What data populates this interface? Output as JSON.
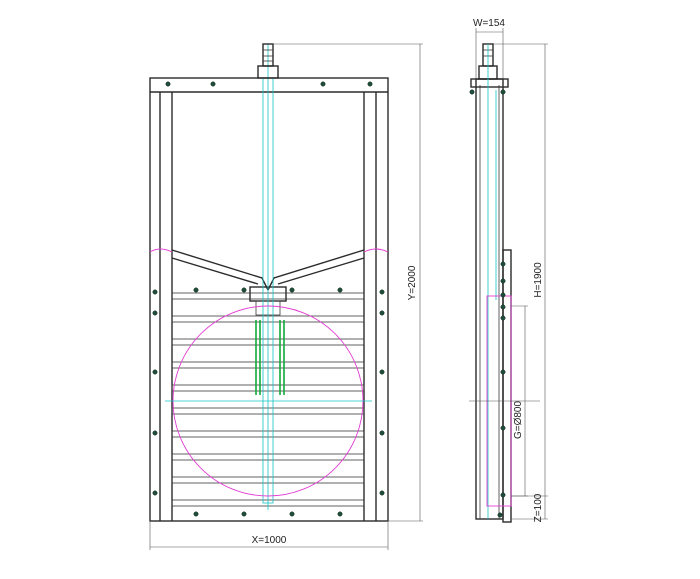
{
  "dimensions": {
    "frame_width": "X=1000",
    "frame_height": "Y=2000",
    "side_width": "W=154",
    "gate_height": "H=1900",
    "opening_diameter": "G=Ø800",
    "bottom_offset": "Z=100"
  },
  "colors": {
    "outline": "#2b2b2b",
    "centerline": "#18c4c4",
    "opening": "#e23fd2",
    "stem_guide": "#13a83b",
    "bolts": "#1f4d3a"
  }
}
